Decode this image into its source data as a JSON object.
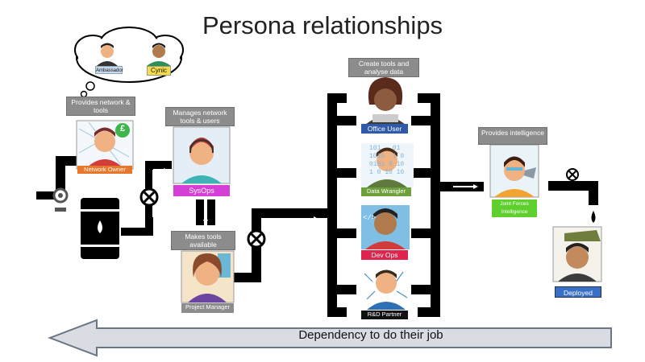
{
  "title": "Persona relationships",
  "colors": {
    "pipe": "#000000",
    "network_owner": "#e8762b",
    "sysops": "#d63fd6",
    "office_user": "#2e5aa8",
    "data_wrangler": "#6ea03c",
    "dev_ops": "#e0234f",
    "rd_partner": "#111111",
    "joint_forces": "#5fcf2e",
    "deployed": "#3a6fc8",
    "ambassador": "#c9d8ef",
    "cynic": "#f5dc4a",
    "project_manager": "#8c8c8c",
    "callout": "#8c8c8c"
  },
  "thought_bubble": {
    "ambassador": "Ambassador",
    "cynic": "Cynic"
  },
  "callouts": {
    "network_owner": "Provides network & tools",
    "sysops": "Manages network tools & users",
    "project_manager": "Makes tools available",
    "data_team": "Create tools and analyse data",
    "intelligence": "Provides intelligence"
  },
  "personas": {
    "network_owner": "Network Owner",
    "sysops": "SysOps",
    "project_manager": "Project Manager",
    "office_user": "Office User",
    "data_wrangler": "Data Wrangler",
    "dev_ops": "Dev Ops",
    "rd_partner": "R&D Partner",
    "joint_forces": "Joint Forces Intelligence",
    "deployed": "Deployed"
  },
  "binary_text": [
    "101   01",
    "1010  1 0",
    "0101 0 10",
    "1 0 10 10"
  ],
  "pound_icon": "£",
  "code_icon": "</>",
  "dependency": "Dependency to do their job"
}
